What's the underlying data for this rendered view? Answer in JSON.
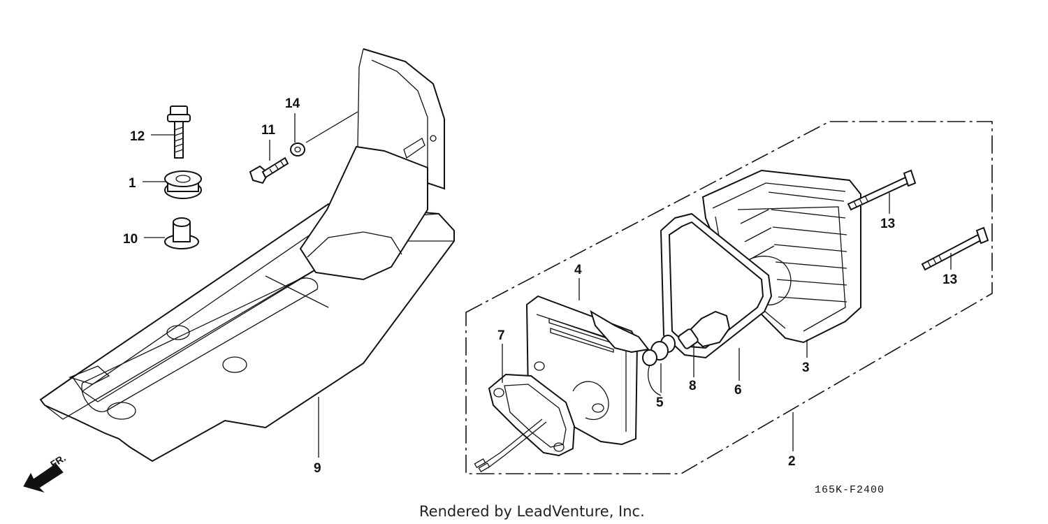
{
  "diagram": {
    "callouts": [
      {
        "id": "c12",
        "label": "12"
      },
      {
        "id": "c1",
        "label": "1"
      },
      {
        "id": "c10",
        "label": "10"
      },
      {
        "id": "c11",
        "label": "11"
      },
      {
        "id": "c14",
        "label": "14"
      },
      {
        "id": "c9",
        "label": "9"
      },
      {
        "id": "c4",
        "label": "4"
      },
      {
        "id": "c7",
        "label": "7"
      },
      {
        "id": "c5",
        "label": "5"
      },
      {
        "id": "c8",
        "label": "8"
      },
      {
        "id": "c6",
        "label": "6"
      },
      {
        "id": "c3",
        "label": "3"
      },
      {
        "id": "c13a",
        "label": "13"
      },
      {
        "id": "c13b",
        "label": "13"
      },
      {
        "id": "c2",
        "label": "2"
      }
    ],
    "direction_label": "FR.",
    "diagram_code": "165K-F2400",
    "credit": "Rendered by LeadVenture, Inc."
  },
  "colors": {
    "line": "#111111",
    "background": "#ffffff"
  }
}
